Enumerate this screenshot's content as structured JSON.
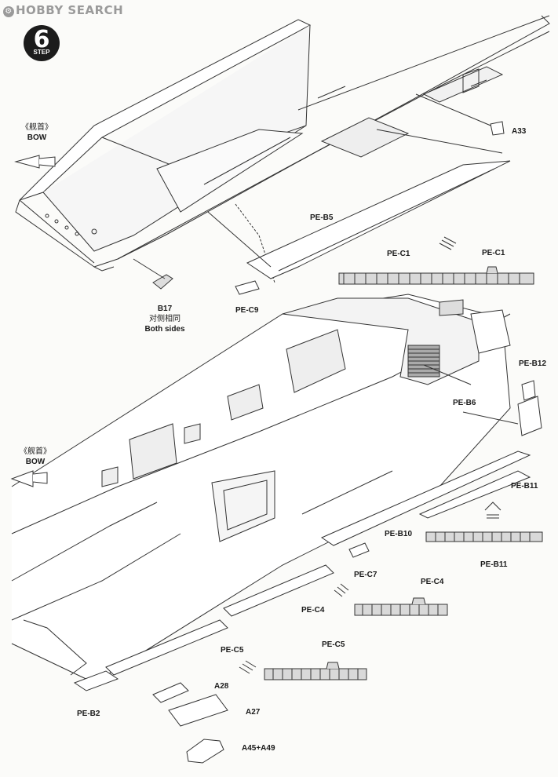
{
  "watermark": {
    "icon": "gear-icon",
    "text": "HOBBY SEARCH"
  },
  "step": {
    "number": "6",
    "word": "STEP"
  },
  "bow_top": {
    "cn": "《舰首》",
    "en": "BOW"
  },
  "bow_bottom": {
    "cn": "《舰首》",
    "en": "BOW"
  },
  "parts": {
    "a33": "A33",
    "pe_b5": "PE-B5",
    "pe_c1": "PE-C1",
    "pe_c1_detail": "PE-C1",
    "pe_c9": "PE-C9",
    "b17": "B17",
    "b17_note_cn": "对侧相同",
    "b17_note_en": "Both sides",
    "pe_b12": "PE-B12",
    "pe_b6": "PE-B6",
    "pe_b11": "PE-B11",
    "pe_b11_detail": "PE-B11",
    "pe_b10": "PE-B10",
    "pe_c7": "PE-C7",
    "pe_c4": "PE-C4",
    "pe_c4_detail": "PE-C4",
    "pe_c5": "PE-C5",
    "pe_c5_detail": "PE-C5",
    "a28": "A28",
    "a27": "A27",
    "pe_b2": "PE-B2",
    "a45_a49": "A45+A49"
  },
  "colors": {
    "line": "#333333",
    "fill_light": "#ffffff",
    "fill_grey": "#d9d9d9",
    "step_badge": "#1c1c1c"
  }
}
